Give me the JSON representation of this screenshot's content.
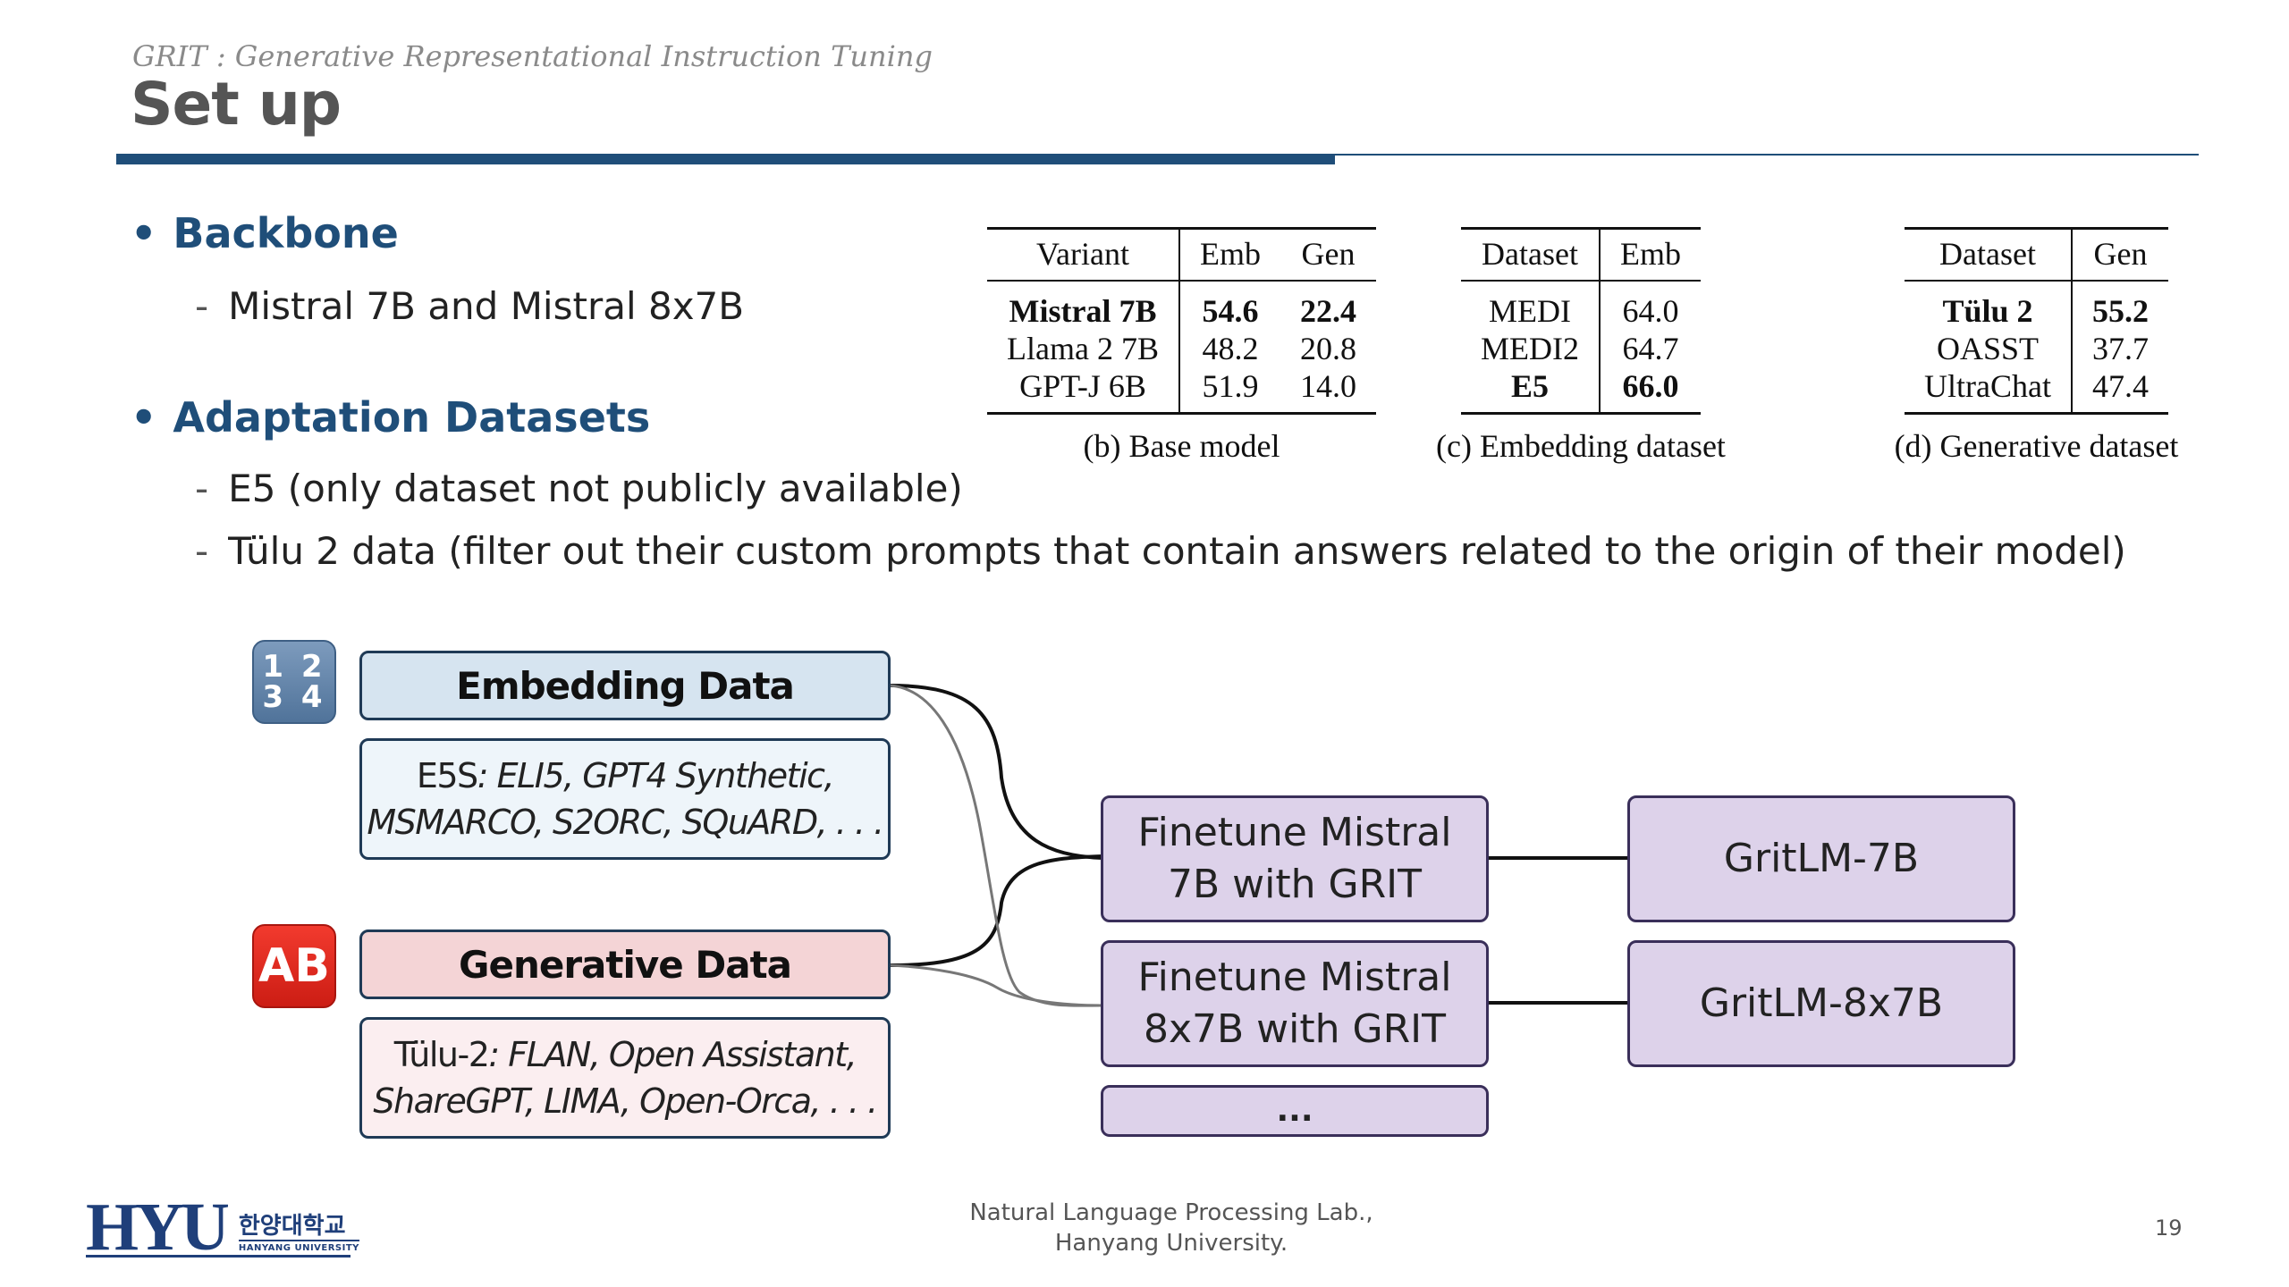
{
  "header": {
    "subtitle": "GRIT : Generative Representational Instruction Tuning",
    "title": "Set up"
  },
  "bullets": {
    "backbone": {
      "title": "Backbone",
      "items": [
        "Mistral 7B and Mistral 8x7B"
      ]
    },
    "datasets": {
      "title": "Adaptation Datasets",
      "items": [
        "E5 (only dataset not publicly available)",
        "Tülu 2 data (filter out their custom prompts that contain answers related to the origin of their model)"
      ]
    },
    "bullet_symbol": "•",
    "dash_symbol": "-"
  },
  "tables": {
    "base_model": {
      "headers": [
        "Variant",
        "Emb",
        "Gen"
      ],
      "rows": [
        [
          "Mistral 7B",
          "54.6",
          "22.4"
        ],
        [
          "Llama 2 7B",
          "48.2",
          "20.8"
        ],
        [
          "GPT-J 6B",
          "51.9",
          "14.0"
        ]
      ],
      "caption": "(b)  Base model"
    },
    "embedding_dataset": {
      "headers": [
        "Dataset",
        "Emb"
      ],
      "rows": [
        [
          "MEDI",
          "64.0"
        ],
        [
          "MEDI2",
          "64.7"
        ],
        [
          "E5",
          "66.0"
        ]
      ],
      "caption": "(c)  Embedding dataset"
    },
    "generative_dataset": {
      "headers": [
        "Dataset",
        "Gen"
      ],
      "rows": [
        [
          "Tülu 2",
          "55.2"
        ],
        [
          "OASST",
          "37.7"
        ],
        [
          "UltraChat",
          "47.4"
        ]
      ],
      "caption": "(d)  Generative dataset"
    }
  },
  "diagram": {
    "num_icon": "1 2\n3 4",
    "ab_icon": "AB",
    "embedding_header": "Embedding Data",
    "embedding_lead": "E5S",
    "embedding_line1": ": ELI5, GPT4 Synthetic,",
    "embedding_line2": "MSMARCO, S2ORC, SQuARD, . . .",
    "generative_header": "Generative Data",
    "generative_lead": "Tülu-2",
    "generative_line1": ": FLAN, Open Assistant,",
    "generative_line2": "ShareGPT, LIMA, Open-Orca, . . .",
    "finetune_7b": "Finetune Mistral\n7B with GRIT",
    "finetune_8x7b": "Finetune Mistral\n8x7B with GRIT",
    "ellipsis": "...",
    "gritlm_7b": "GritLM-7B",
    "gritlm_8x7b": "GritLM-8x7B",
    "colors": {
      "embedding_header_bg": "#d6e4f0",
      "generative_header_bg": "#f4d4d6",
      "model_box_bg": "#ddd2ea",
      "accent": "#1f4e79"
    }
  },
  "footer": {
    "lab_line1": "Natural Language Processing Lab.,",
    "lab_line2": "Hanyang University.",
    "page_number": "19",
    "logo_text": "HYU",
    "logo_korean": "한양대학교",
    "logo_english": "HANYANG UNIVERSITY"
  }
}
